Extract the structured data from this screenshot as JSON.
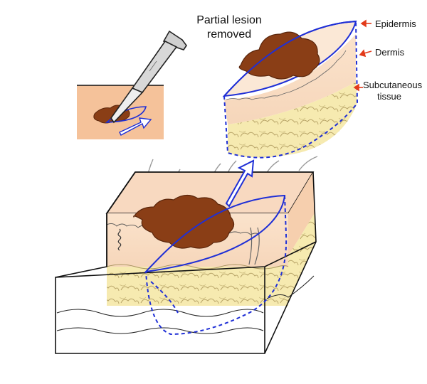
{
  "title": {
    "line1": "Partial lesion",
    "line2": "removed"
  },
  "labels": {
    "epidermis": "Epidermis",
    "dermis": "Dermis",
    "subcutaneous_line1": "Subcutaneous",
    "subcutaneous_line2": "tissue"
  },
  "colors": {
    "outline_blue": "#1f2fd6",
    "lesion": "#8a3e16",
    "lesion_dark": "#5a260c",
    "dermis": "#f7d9bf",
    "dermis_light": "#fbe8d6",
    "fat": "#f6eab0",
    "arrow_red": "#e23a1a",
    "skin_inset": "#f5c29a"
  },
  "icons": [
    "scalpel-icon",
    "excision-arrow-icon"
  ]
}
